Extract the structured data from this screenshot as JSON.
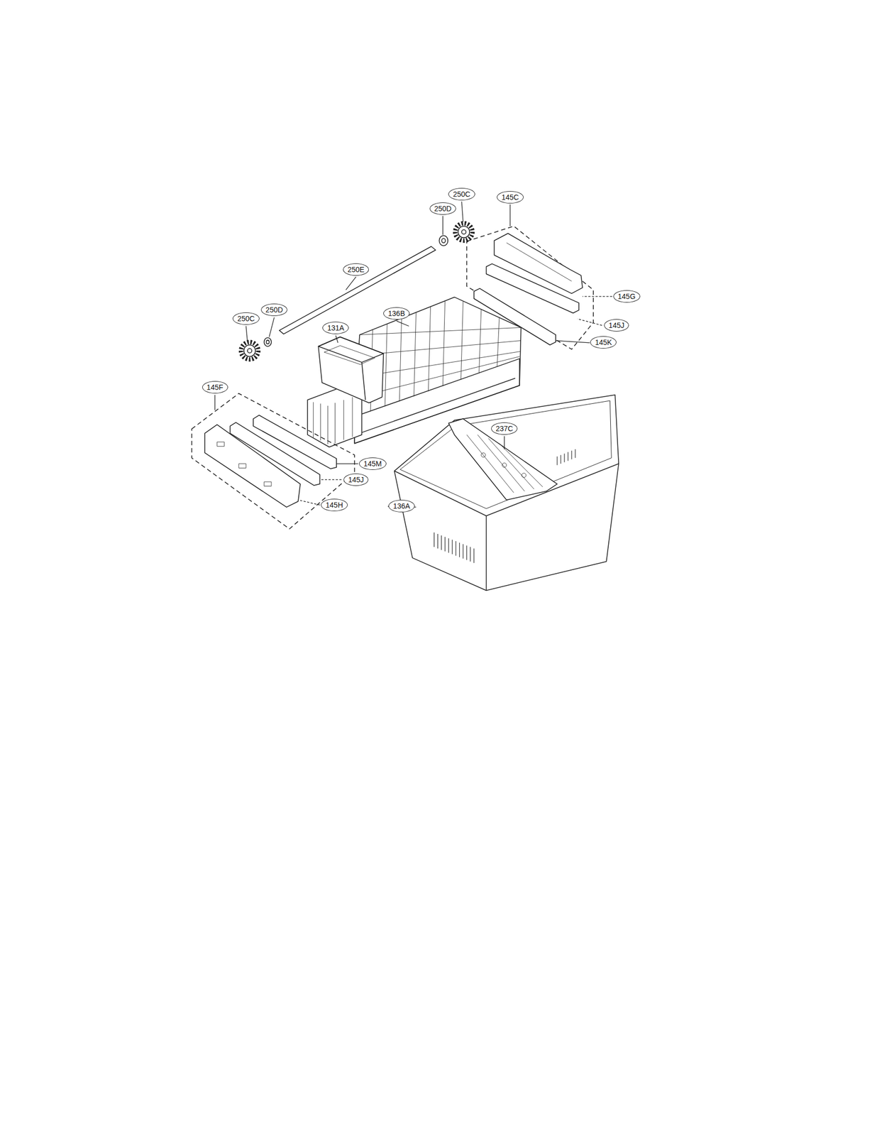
{
  "diagram": {
    "labels": [
      "250C",
      "250D",
      "145C",
      "250E",
      "136B",
      "145G",
      "250C",
      "250D",
      "145J",
      "131A",
      "145K",
      "145F",
      "237C",
      "145M",
      "145J",
      "145H",
      "136A"
    ]
  }
}
